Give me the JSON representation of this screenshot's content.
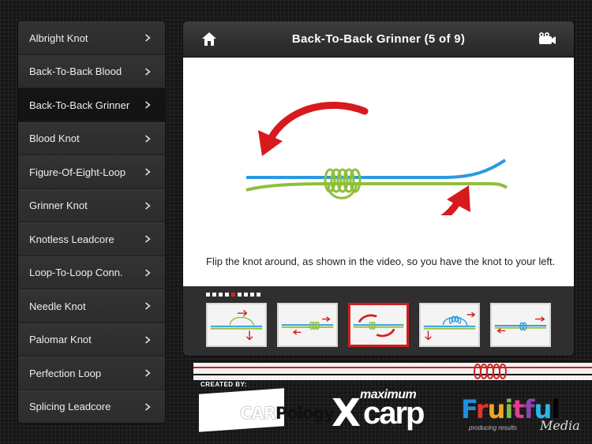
{
  "sidebar": {
    "items": [
      {
        "label": "Albright Knot"
      },
      {
        "label": "Back-To-Back Blood"
      },
      {
        "label": "Back-To-Back Grinner"
      },
      {
        "label": "Blood Knot"
      },
      {
        "label": "Figure-Of-Eight-Loop"
      },
      {
        "label": "Grinner Knot"
      },
      {
        "label": "Knotless Leadcore"
      },
      {
        "label": "Loop-To-Loop Conn."
      },
      {
        "label": "Needle Knot"
      },
      {
        "label": "Palomar Knot"
      },
      {
        "label": "Perfection Loop"
      },
      {
        "label": "Splicing Leadcore"
      }
    ],
    "selected_index": 2
  },
  "header": {
    "title": "Back-To-Back Grinner (5 of 9)",
    "home_icon": "home-icon",
    "video_icon": "video-camera-icon"
  },
  "step": {
    "caption": "Flip the knot around, as shown in the video, so you have the knot to your left.",
    "current": 5,
    "total": 9
  },
  "pager": {
    "count": 9,
    "active_index": 4
  },
  "thumbnails": {
    "count": 5,
    "selected_index": 2
  },
  "branding": {
    "created_by": "CREATED BY:",
    "carpology": {
      "prefix": "CAR",
      "suffix": "Pology"
    },
    "maximum_carp": {
      "top": "maximum",
      "main": "carp"
    },
    "fruitful": {
      "letters": [
        "F",
        "r",
        "u",
        "i",
        "t",
        "f",
        "u"
      ],
      "last": "l",
      "tagline": "producing results",
      "media": "Media"
    }
  },
  "colors": {
    "accent_red": "#d01f1f",
    "line_blue": "#2a9ae0",
    "line_green": "#8fbf3a"
  }
}
